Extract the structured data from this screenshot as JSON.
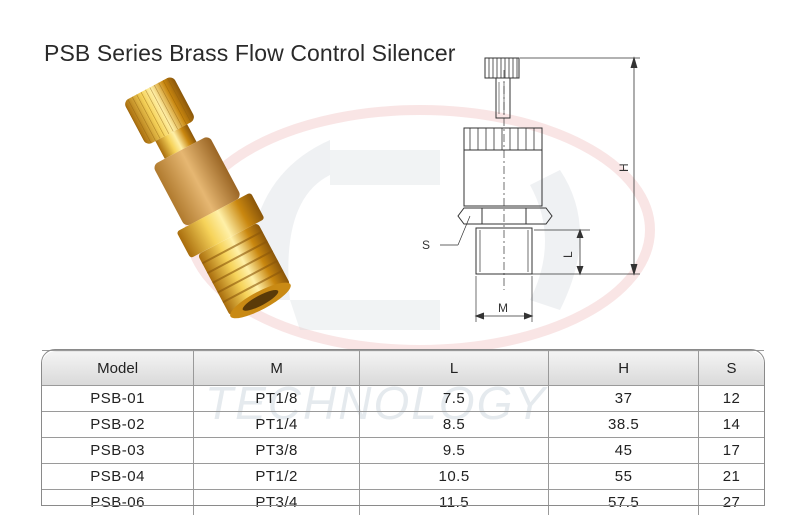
{
  "title": "PSB Series Brass Flow Control Silencer",
  "watermark_text": "TECHNOLOGY",
  "drawing": {
    "label_h": "H",
    "label_l": "L",
    "label_s": "S",
    "label_m": "M"
  },
  "table": {
    "headers": [
      "Model",
      "M",
      "L",
      "H",
      "S"
    ],
    "rows": [
      [
        "PSB-01",
        "PT1/8",
        "7.5",
        "37",
        "12"
      ],
      [
        "PSB-02",
        "PT1/4",
        "8.5",
        "38.5",
        "14"
      ],
      [
        "PSB-03",
        "PT3/8",
        "9.5",
        "45",
        "17"
      ],
      [
        "PSB-04",
        "PT1/2",
        "10.5",
        "55",
        "21"
      ],
      [
        "PSB-06",
        "PT3/4",
        "11.5",
        "57.5",
        "27"
      ]
    ]
  },
  "colors": {
    "brass_light": "#f6d35a",
    "brass_dark": "#a86c0c",
    "watermark_red": "#e8b0b0",
    "watermark_gray": "#d6dbe0"
  }
}
